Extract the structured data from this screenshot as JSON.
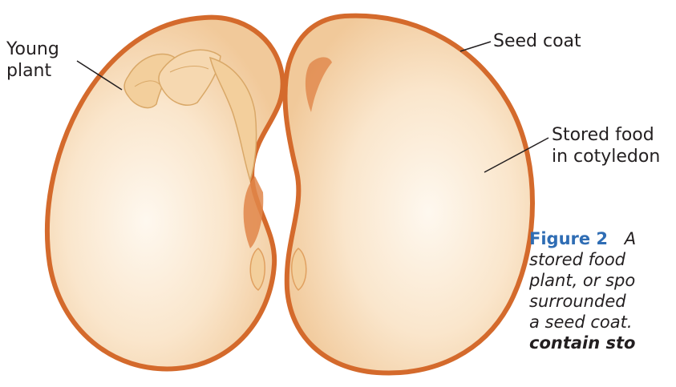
{
  "labels": {
    "young_plant": [
      "Young",
      "plant"
    ],
    "seed_coat": "Seed coat",
    "stored_food": [
      "Stored food",
      "in cotyledon"
    ]
  },
  "caption": {
    "figure_number": "Figure 2",
    "lines": [
      "A",
      "stored food",
      "plant, or spo",
      "surrounded",
      "a seed coat.",
      "contain sto"
    ]
  },
  "colors": {
    "seed_coat": "#d46a2c",
    "cotyledon_fill": "#f6d8b3",
    "cotyledon_highlight": "#fef8ef",
    "embryo": "#f3cf9c",
    "caption_figure_number": "#2f6db4"
  }
}
